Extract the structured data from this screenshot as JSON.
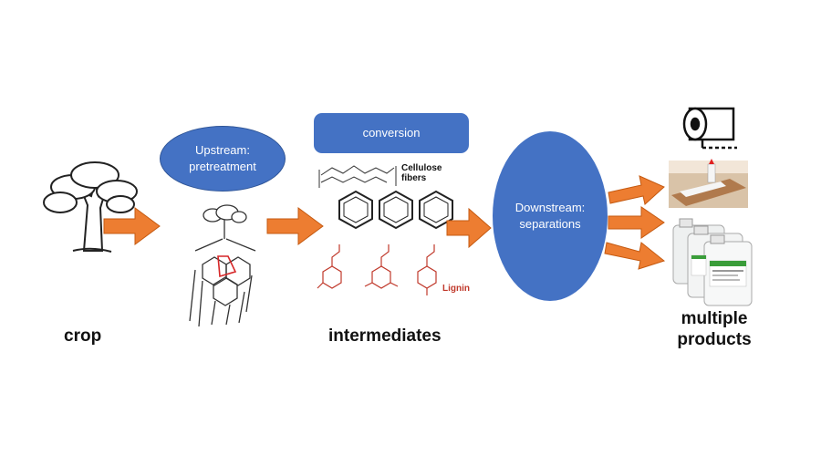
{
  "stages": {
    "crop": "crop",
    "upstream": "Upstream: pretreatment",
    "conversion": "conversion",
    "intermediates": "intermediates",
    "cellulose": "Cellulose fibers",
    "lignin": "Lignin",
    "downstream": "Downstream: separations",
    "products": "multiple products"
  },
  "colors": {
    "arrow": "#ed7d31",
    "shape_fill": "#4472c4",
    "lignin_structure": "#c0392b"
  },
  "icons": [
    "tree-icon",
    "toilet-paper-icon",
    "glue-application-photo",
    "chemical-jugs-photo"
  ]
}
